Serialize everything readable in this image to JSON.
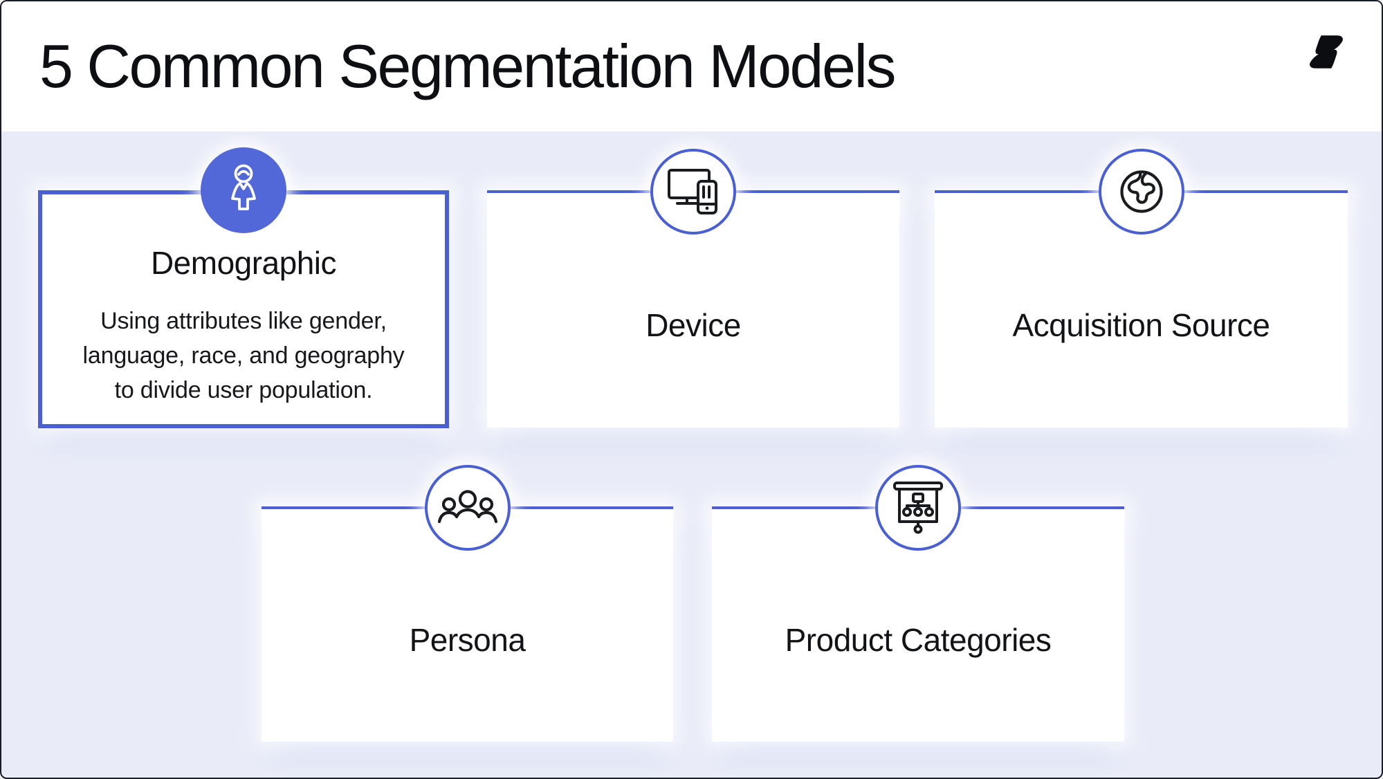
{
  "header": {
    "title": "5 Common Segmentation Models"
  },
  "colors": {
    "accent": "#4a5fd3",
    "circle-fill": "#5267d8",
    "background": "#e9ebf8",
    "surface": "#ffffff",
    "text": "#141519",
    "frame": "#181c26",
    "icon-stroke": "#1a1b1f",
    "icon-stroke-highlight": "#ffffff"
  },
  "cards": [
    {
      "id": "demographic",
      "label": "Demographic",
      "description": "Using attributes like gender, language, race, and geography to divide user population.",
      "icon": "person-icon",
      "highlighted": true
    },
    {
      "id": "device",
      "label": "Device",
      "icon": "devices-icon",
      "highlighted": false
    },
    {
      "id": "acquisition-source",
      "label": "Acquisition Source",
      "icon": "globe-icon",
      "highlighted": false
    },
    {
      "id": "persona",
      "label": "Persona",
      "icon": "people-icon",
      "highlighted": false
    },
    {
      "id": "product-categories",
      "label": "Product Categories",
      "icon": "presentation-chart-icon",
      "highlighted": false
    }
  ]
}
